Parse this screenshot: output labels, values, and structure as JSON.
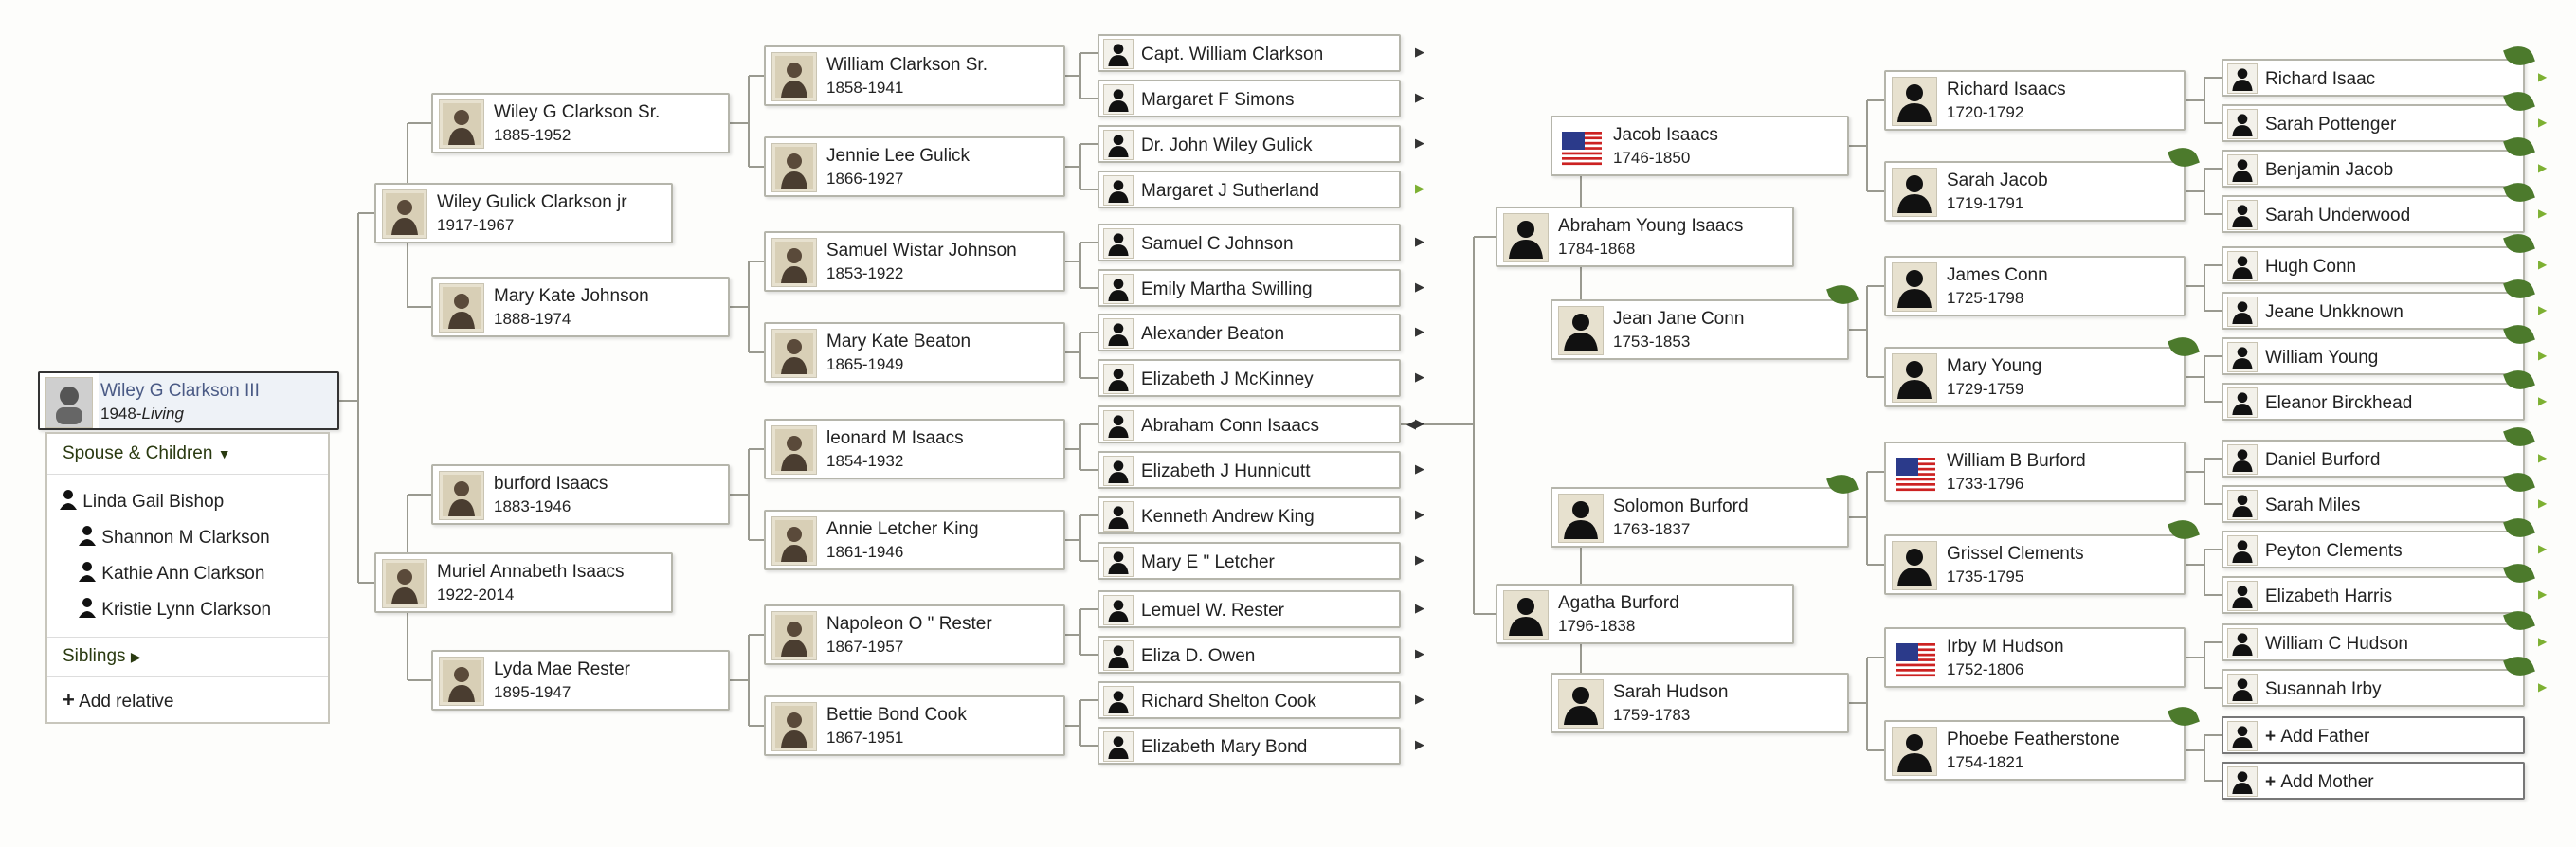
{
  "root": {
    "name": "Wiley G Clarkson III",
    "years": "1948-",
    "status": "Living"
  },
  "panel": {
    "spouse_children_label": "Spouse & Children",
    "spouse": "Linda Gail Bishop",
    "children": [
      "Shannon M Clarkson",
      "Kathie Ann Clarkson",
      "Kristie Lynn Clarkson"
    ],
    "siblings_label": "Siblings",
    "add_relative_label": "Add relative"
  },
  "gen1": [
    {
      "name": "Wiley Gulick Clarkson jr",
      "years": "1917-1967"
    },
    {
      "name": "Muriel Annabeth Isaacs",
      "years": "1922-2014"
    }
  ],
  "gen2": [
    {
      "name": "Wiley G Clarkson Sr.",
      "years": "1885-1952"
    },
    {
      "name": "Mary Kate Johnson",
      "years": "1888-1974"
    },
    {
      "name": "burford Isaacs",
      "years": "1883-1946"
    },
    {
      "name": "Lyda Mae Rester",
      "years": "1895-1947"
    }
  ],
  "gen3": [
    {
      "name": "William Clarkson Sr.",
      "years": "1858-1941"
    },
    {
      "name": "Jennie Lee Gulick",
      "years": "1866-1927"
    },
    {
      "name": "Samuel Wistar Johnson",
      "years": "1853-1922"
    },
    {
      "name": "Mary Kate Beaton",
      "years": "1865-1949"
    },
    {
      "name": "leonard M Isaacs",
      "years": "1854-1932"
    },
    {
      "name": "Annie Letcher King",
      "years": "1861-1946"
    },
    {
      "name": "Napoleon O \" Rester",
      "years": "1867-1957"
    },
    {
      "name": "Bettie Bond Cook",
      "years": "1867-1951"
    }
  ],
  "gen4": [
    "Capt. William Clarkson",
    "Margaret F Simons",
    "Dr. John Wiley Gulick",
    "Margaret J Sutherland",
    "Samuel C Johnson",
    "Emily Martha Swilling",
    "Alexander Beaton",
    "Elizabeth J McKinney",
    "Abraham Conn Isaacs",
    "Elizabeth J Hunnicutt",
    "Kenneth Andrew King",
    "Mary E \" Letcher",
    "Lemuel W. Rester",
    "Eliza D. Owen",
    "Richard Shelton Cook",
    "Elizabeth Mary Bond"
  ],
  "r_gen1": [
    {
      "name": "Abraham Young Isaacs",
      "years": "1784-1868"
    },
    {
      "name": "Agatha Burford",
      "years": "1796-1838"
    }
  ],
  "r_gen2": [
    {
      "name": "Jacob Isaacs",
      "years": "1746-1850"
    },
    {
      "name": "Jean Jane Conn",
      "years": "1753-1853"
    },
    {
      "name": "Solomon Burford",
      "years": "1763-1837"
    },
    {
      "name": "Sarah Hudson",
      "years": "1759-1783"
    }
  ],
  "r_gen3": [
    {
      "name": "Richard Isaacs",
      "years": "1720-1792"
    },
    {
      "name": "Sarah Jacob",
      "years": "1719-1791"
    },
    {
      "name": "James Conn",
      "years": "1725-1798"
    },
    {
      "name": "Mary Young",
      "years": "1729-1759"
    },
    {
      "name": "William B Burford",
      "years": "1733-1796"
    },
    {
      "name": "Grissel Clements",
      "years": "1735-1795"
    },
    {
      "name": "Irby M Hudson",
      "years": "1752-1806"
    },
    {
      "name": "Phoebe Featherstone",
      "years": "1754-1821"
    }
  ],
  "r_gen4": [
    "Richard Isaac",
    "Sarah Pottenger",
    "Benjamin Jacob",
    "Sarah Underwood",
    "Hugh Conn",
    "Jeane Unkknown",
    "William Young",
    "Eleanor Birckhead",
    "Daniel Burford",
    "Sarah Miles",
    "Peyton Clements",
    "Elizabeth Harris",
    "William C Hudson",
    "Susannah Irby"
  ],
  "add_father_label": "Add Father",
  "add_mother_label": "Add Mother",
  "icons": {
    "expand": "triangle-right-icon",
    "hint": "leaf-hint-icon",
    "flag": "us-flag-icon",
    "person": "person-silhouette-icon"
  }
}
